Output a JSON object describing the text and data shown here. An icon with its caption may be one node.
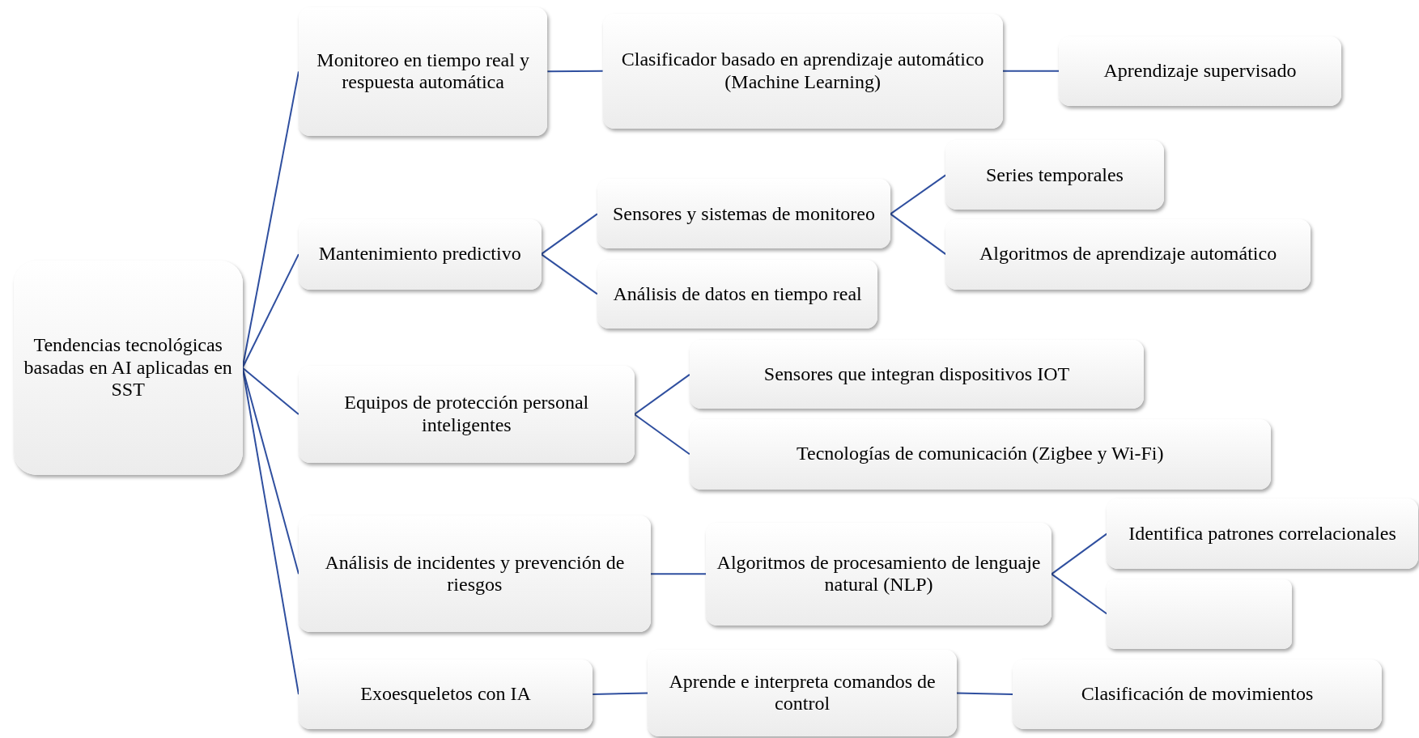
{
  "diagram": {
    "nodes": [
      {
        "text": [
          "Tendencias tecnológicas basadas en AI aplicadas en SST"
        ]
      },
      {
        "text": [
          "Monitoreo en tiempo real y respuesta automática"
        ]
      },
      {
        "text": [
          "Clasificador basado en aprendizaje automático (Machine Learning)"
        ]
      },
      {
        "text": [
          "Aprendizaje supervisado"
        ]
      },
      {
        "text": [
          "Mantenimiento predictivo"
        ]
      },
      {
        "text": [
          "Sensores y sistemas de monitoreo"
        ]
      },
      {
        "text": [
          "Series temporales"
        ]
      },
      {
        "text": [
          "Algoritmos de aprendizaje automático"
        ]
      },
      {
        "text": [
          "Análisis de datos en tiempo real"
        ]
      },
      {
        "text": [
          "Equipos de protección personal inteligentes"
        ]
      },
      {
        "text": [
          "Sensores que integran dispositivos IOT"
        ]
      },
      {
        "text": [
          "Tecnologías de comunicación (Zigbee y Wi-Fi)"
        ]
      },
      {
        "text": [
          "Análisis de incidentes y prevención de riesgos"
        ]
      },
      {
        "text": [
          "Algoritmos de procesamiento de lenguaje natural (NLP)"
        ]
      },
      {
        "text": [
          "Identifica patrones correlacionales"
        ]
      },
      {
        "text": [],
        "shape": "box"
      },
      {
        "text": [
          "Exoesqueletos con IA"
        ]
      },
      {
        "text": [
          "Aprende e interpreta comandos de control"
        ]
      },
      {
        "text": [
          "Clasificación de movimientos"
        ]
      }
    ],
    "edges": [
      {
        "from": 0,
        "to": 1,
        "arrow": "none"
      },
      {
        "from": 0,
        "to": 4,
        "arrow": "none"
      },
      {
        "from": 0,
        "to": 9,
        "arrow": "none"
      },
      {
        "from": 0,
        "to": 12,
        "arrow": "none"
      },
      {
        "from": 0,
        "to": 16,
        "arrow": "none"
      },
      {
        "from": 1,
        "to": 2,
        "arrow": "none"
      },
      {
        "from": 2,
        "to": 3,
        "arrow": "none"
      },
      {
        "from": 4,
        "to": 5,
        "arrow": "none"
      },
      {
        "from": 4,
        "to": 8,
        "arrow": "none"
      },
      {
        "from": 5,
        "to": 6,
        "arrow": "none"
      },
      {
        "from": 5,
        "to": 7,
        "arrow": "none"
      },
      {
        "from": 9,
        "to": 10,
        "arrow": "none"
      },
      {
        "from": 9,
        "to": 11,
        "arrow": "none"
      },
      {
        "from": 12,
        "to": 13,
        "arrow": "none"
      },
      {
        "from": 13,
        "to": 14,
        "arrow": "none"
      },
      {
        "from": 13,
        "to": 15,
        "arrow": "none"
      },
      {
        "from": 16,
        "to": 17,
        "arrow": "none"
      },
      {
        "from": 17,
        "to": 18,
        "arrow": "none"
      }
    ]
  }
}
